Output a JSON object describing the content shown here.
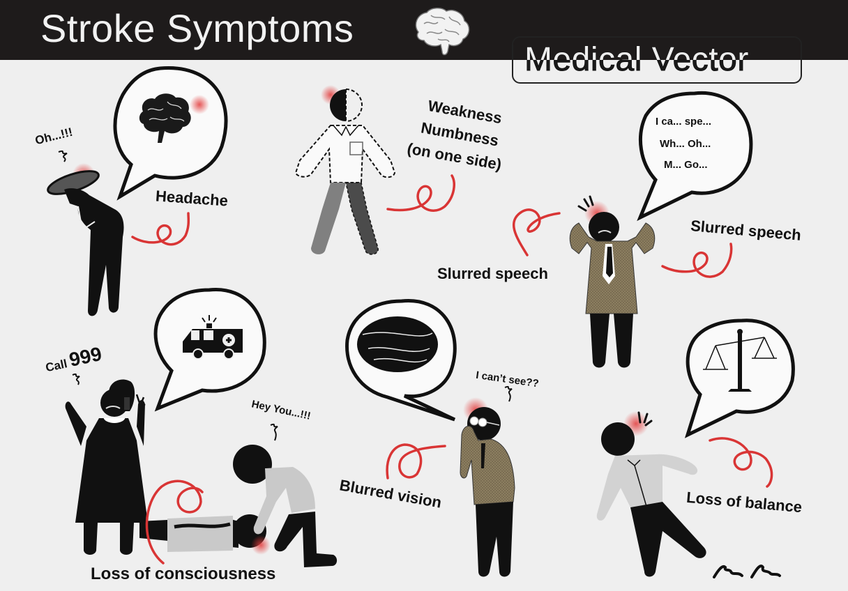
{
  "header": {
    "title": "Stroke Symptoms",
    "badge": "Medical Vector",
    "icon": "brain-icon"
  },
  "colors": {
    "header_bg": "#1e1b1b",
    "background": "#efefef",
    "accent_red": "#d93535",
    "tweed": "#8b7d5a"
  },
  "scenes": {
    "headache": {
      "label": "Headache",
      "exclamation": "Oh...!!!",
      "bubble_icon": "brain-icon"
    },
    "weakness": {
      "label_line1": "Weakness",
      "label_line2": "Numbness",
      "label_line3": "(on one side)"
    },
    "slurred_speech": {
      "label_left": "Slurred speech",
      "label_right": "Slurred speech",
      "bubble_line1": "I ca... spe...",
      "bubble_line2": "Wh... Oh...",
      "bubble_line3": "M... Go..."
    },
    "loss_of_consciousness": {
      "label": "Loss of consciousness",
      "call_prefix": "Call",
      "call_number": "999",
      "shout": "Hey You...!!!",
      "bubble_icon": "ambulance-icon"
    },
    "blurred_vision": {
      "label": "Blurred vision",
      "exclamation": "I can’t see??",
      "bubble_icon": "scribble-icon"
    },
    "loss_of_balance": {
      "label": "Loss of balance",
      "bubble_icon": "scales-icon"
    }
  }
}
